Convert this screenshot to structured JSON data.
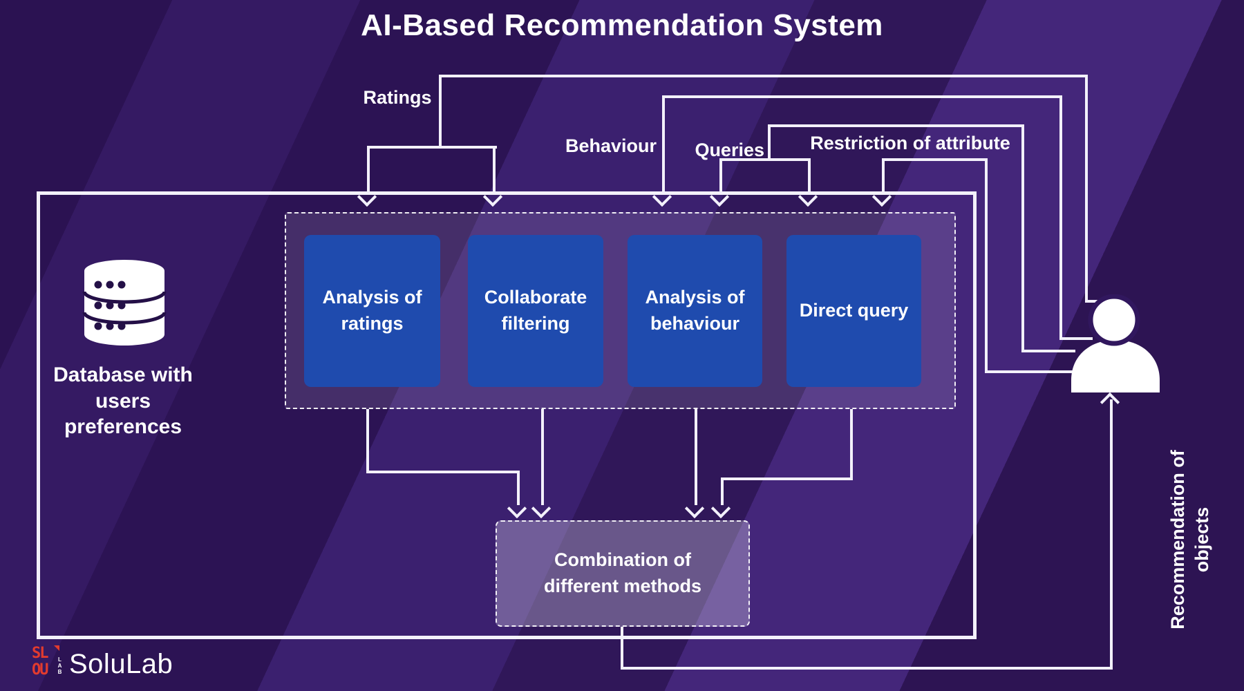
{
  "title": "AI-Based Recommendation System",
  "flows": {
    "ratings": {
      "label": "Ratings"
    },
    "behaviour": {
      "label": "Behaviour"
    },
    "queries": {
      "label": "Queries"
    },
    "restriction": {
      "label": "Restriction of attribute"
    },
    "recommendation": {
      "label": "Recommendation of objects"
    }
  },
  "database": {
    "label": "Database with users preferences"
  },
  "method_boxes": [
    {
      "label": "Analysis of ratings"
    },
    {
      "label": "Collaborate filtering"
    },
    {
      "label": "Analysis of behaviour"
    },
    {
      "label": "Direct query"
    }
  ],
  "combination_box": {
    "label": "Combination of different methods"
  },
  "brand": {
    "name": "SoluLab",
    "icon_text_top": "SL",
    "icon_text_bottom": "OU",
    "icon_side_text": "LAB"
  },
  "icons": [
    "database-cylinder-icon",
    "person-icon",
    "solulab-pixel-logo-icon"
  ],
  "colors": {
    "background_purple": "#2e1557",
    "box_blue": "#1f4bae",
    "line_white": "#f3f1fb",
    "logo_red": "#e23b2e"
  }
}
